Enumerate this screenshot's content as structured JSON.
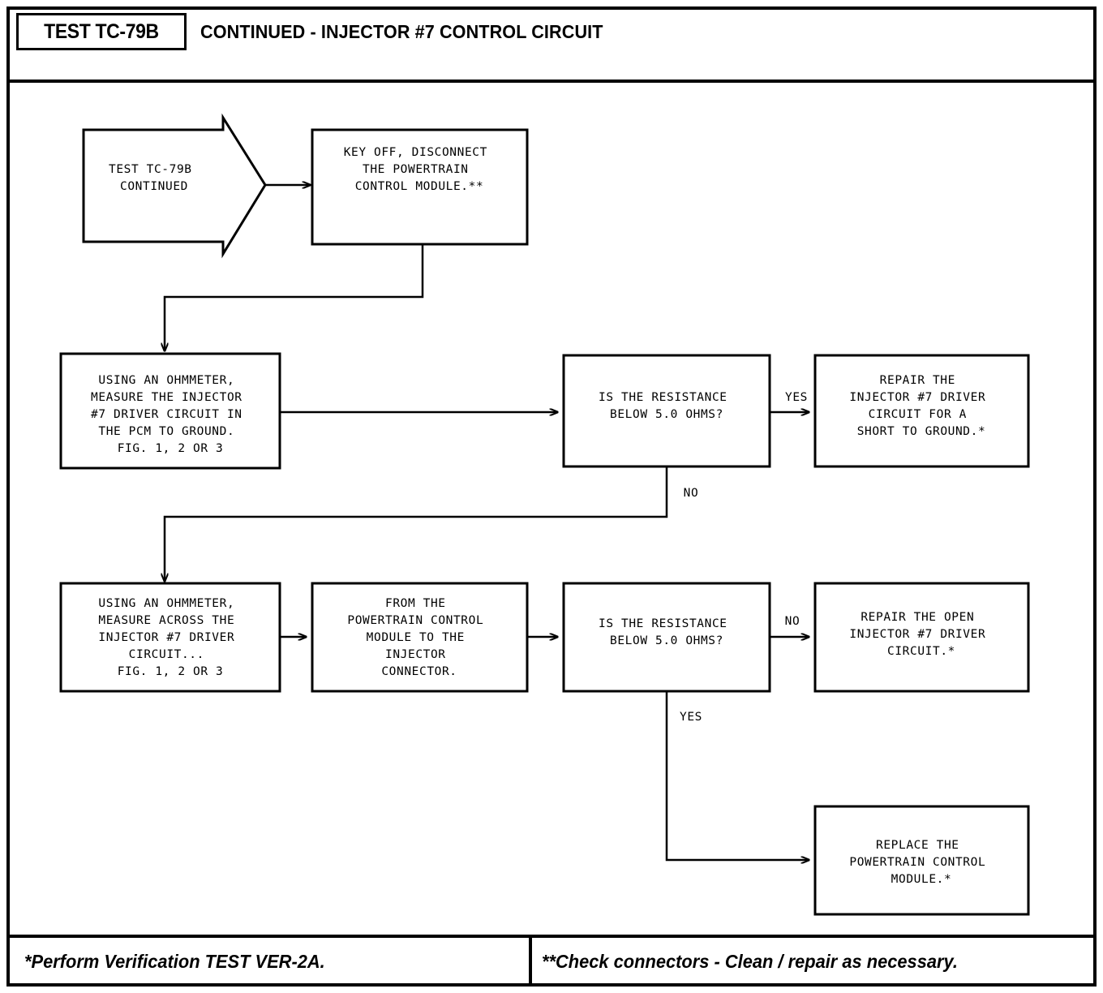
{
  "header": {
    "test_id": "TEST TC-79B",
    "title": "CONTINUED - INJECTOR #7 CONTROL CIRCUIT"
  },
  "footer": {
    "left_note": "*Perform Verification TEST VER-2A.",
    "right_note": "**Check connectors - Clean / repair as necessary."
  },
  "flow": {
    "start": {
      "lines": [
        "TEST TC-79B",
        "CONTINUED"
      ]
    },
    "key_off": {
      "lines": [
        "KEY OFF, DISCONNECT",
        "THE POWERTRAIN",
        "CONTROL MODULE.**"
      ]
    },
    "measure_ground": {
      "lines": [
        "USING AN OHMMETER,",
        "MEASURE THE INJECTOR",
        "#7 DRIVER CIRCUIT IN",
        "THE PCM TO GROUND.",
        "FIG. 1, 2 OR 3"
      ]
    },
    "decision_1": {
      "lines": [
        "IS THE RESISTANCE",
        "BELOW 5.0 OHMS?"
      ]
    },
    "repair_short": {
      "lines": [
        "REPAIR THE",
        "INJECTOR #7 DRIVER",
        "CIRCUIT FOR A",
        "SHORT TO GROUND.*"
      ]
    },
    "measure_across": {
      "lines": [
        "USING AN OHMMETER,",
        "MEASURE ACROSS THE",
        "INJECTOR #7 DRIVER",
        "CIRCUIT...",
        "FIG. 1, 2 OR 3"
      ]
    },
    "from_pcm": {
      "lines": [
        "FROM THE",
        "POWERTRAIN CONTROL",
        "MODULE TO THE",
        "INJECTOR",
        "CONNECTOR."
      ]
    },
    "decision_2": {
      "lines": [
        "IS THE RESISTANCE",
        "BELOW 5.0 OHMS?"
      ]
    },
    "repair_open": {
      "lines": [
        "REPAIR THE OPEN",
        "INJECTOR #7 DRIVER",
        "CIRCUIT.*"
      ]
    },
    "replace_pcm": {
      "lines": [
        "REPLACE THE",
        "POWERTRAIN CONTROL",
        "MODULE.*"
      ]
    },
    "branch_labels": {
      "d1_yes": "YES",
      "d1_no": "NO",
      "d2_no": "NO",
      "d2_yes": "YES"
    }
  }
}
